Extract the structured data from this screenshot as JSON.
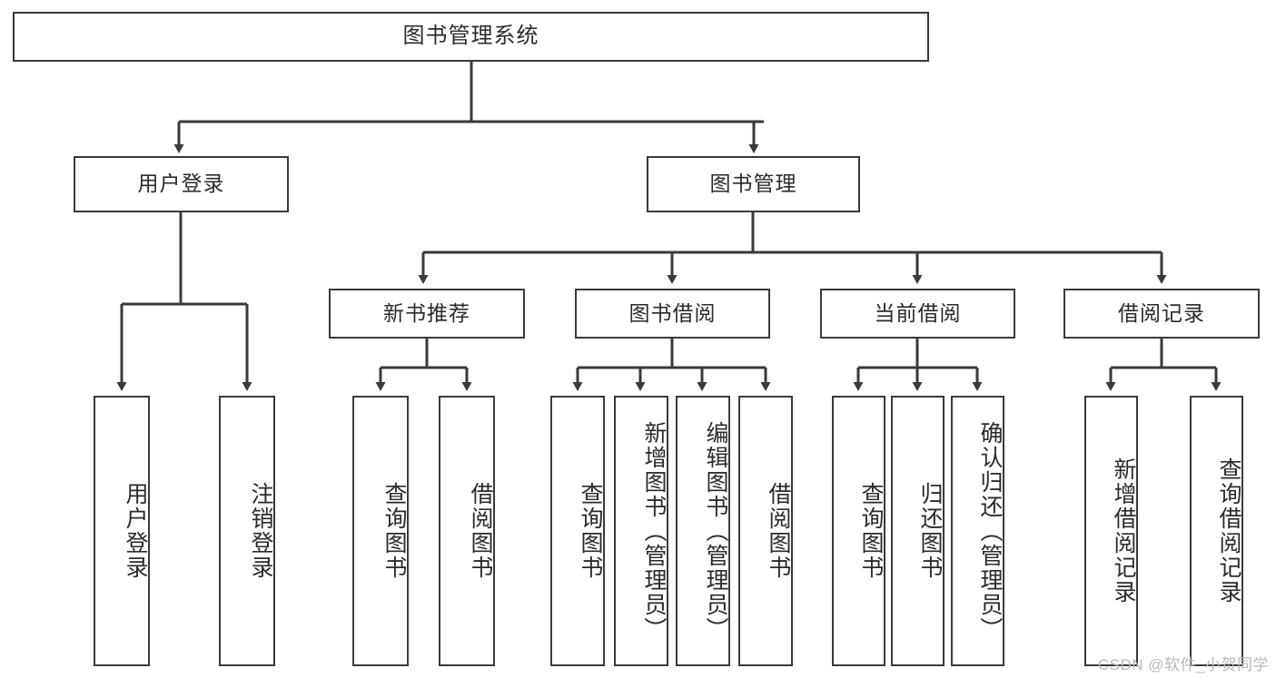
{
  "diagram": {
    "title": "图书管理系统",
    "type": "tree-hierarchy",
    "watermark": "CSDN @软件_小贺同学",
    "colors": {
      "stroke": "#3a3a3a",
      "fill": "#ffffff",
      "text": "#2b2b2b",
      "watermark": "#b9b9b9"
    },
    "root": {
      "label": "图书管理系统"
    },
    "level2": [
      {
        "label": "用户登录"
      },
      {
        "label": "图书管理"
      }
    ],
    "level3": [
      {
        "label": "新书推荐"
      },
      {
        "label": "图书借阅"
      },
      {
        "label": "当前借阅"
      },
      {
        "label": "借阅记录"
      }
    ],
    "leaves": {
      "user_login": [
        {
          "label": "用户登录"
        },
        {
          "label": "注销登录"
        }
      ],
      "new_book_recommend": [
        {
          "label": "查询图书"
        },
        {
          "label": "借阅图书"
        }
      ],
      "book_borrow": [
        {
          "label": "查询图书"
        },
        {
          "label": "新增图书（管理员）"
        },
        {
          "label": "编辑图书（管理员）"
        },
        {
          "label": "借阅图书"
        }
      ],
      "current_borrow": [
        {
          "label": "查询图书"
        },
        {
          "label": "归还图书"
        },
        {
          "label": "确认归还（管理员）"
        }
      ],
      "borrow_record": [
        {
          "label": "新增借阅记录"
        },
        {
          "label": "查询借阅记录"
        }
      ]
    }
  }
}
